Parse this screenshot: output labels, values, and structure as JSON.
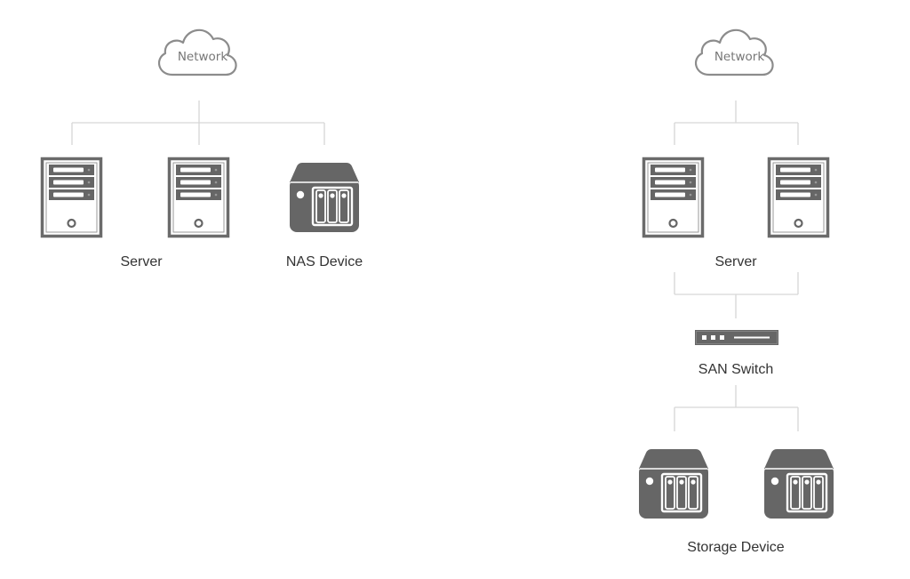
{
  "diagram": {
    "colors": {
      "icon": "#666666",
      "icon_light": "#ffffff",
      "connector": "#d6d6d6",
      "cloud_stroke": "#8c8c8c",
      "text": "#333333",
      "cloud_text": "#777777"
    },
    "nas_topology": {
      "network": {
        "label": "Network",
        "icon": "cloud-icon"
      },
      "nodes": [
        {
          "id": "server-1",
          "icon": "server-icon"
        },
        {
          "id": "server-2",
          "icon": "server-icon"
        },
        {
          "id": "nas",
          "icon": "nas-device-icon"
        }
      ],
      "labels": {
        "servers": "Server",
        "nas": "NAS Device"
      }
    },
    "san_topology": {
      "network": {
        "label": "Network",
        "icon": "cloud-icon"
      },
      "servers": [
        {
          "id": "server-1",
          "icon": "server-icon"
        },
        {
          "id": "server-2",
          "icon": "server-icon"
        }
      ],
      "switch": {
        "label": "SAN Switch",
        "icon": "switch-icon"
      },
      "storage": [
        {
          "id": "storage-1",
          "icon": "storage-device-icon"
        },
        {
          "id": "storage-2",
          "icon": "storage-device-icon"
        }
      ],
      "labels": {
        "servers": "Server",
        "storage": "Storage Device"
      }
    }
  }
}
